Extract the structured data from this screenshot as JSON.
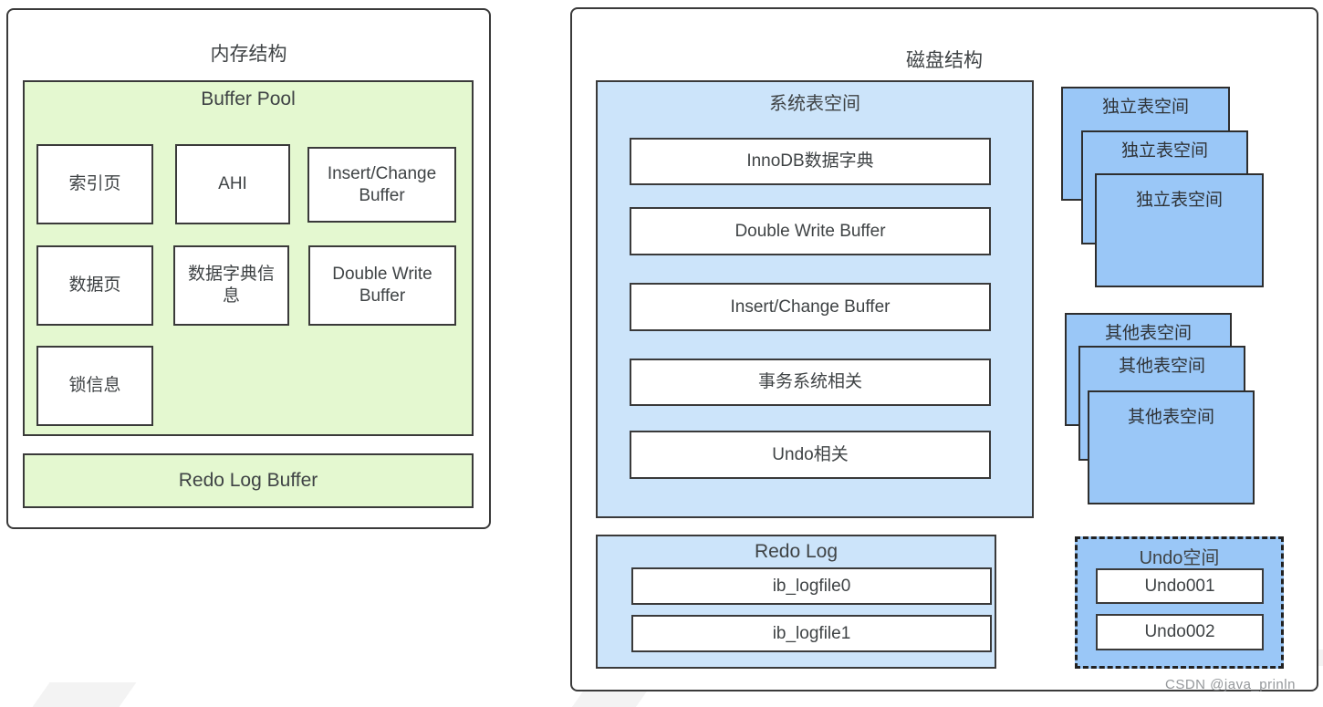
{
  "memory_panel": {
    "title": "内存结构",
    "buffer_pool": {
      "label": "Buffer Pool",
      "cells": [
        {
          "label": "索引页"
        },
        {
          "label": "AHI"
        },
        {
          "label": "Insert/Change Buffer"
        },
        {
          "label": "数据页"
        },
        {
          "label": "数据字典信息"
        },
        {
          "label": "Double Write Buffer"
        },
        {
          "label": "锁信息"
        }
      ]
    },
    "redo_log_buffer": {
      "label": "Redo Log Buffer"
    }
  },
  "disk_panel": {
    "title": "磁盘结构",
    "system_tablespace": {
      "label": "系统表空间",
      "rows": [
        {
          "label": "InnoDB数据字典"
        },
        {
          "label": "Double Write Buffer"
        },
        {
          "label": "Insert/Change Buffer"
        },
        {
          "label": "事务系统相关"
        },
        {
          "label": "Undo相关"
        }
      ]
    },
    "file_per_table_stack": {
      "labels": [
        "独立表空间",
        "独立表空间",
        "独立表空间"
      ]
    },
    "other_tablespace_stack": {
      "labels": [
        "其他表空间",
        "其他表空间",
        "其他表空间"
      ]
    },
    "redo_log": {
      "label": "Redo Log",
      "files": [
        {
          "label": "ib_logfile0"
        },
        {
          "label": "ib_logfile1"
        }
      ]
    },
    "undo_space": {
      "label": "Undo空间",
      "segments": [
        {
          "label": "Undo001"
        },
        {
          "label": "Undo002"
        }
      ]
    }
  },
  "watermark": "CSDN @java_prinln",
  "colors": {
    "green_fill": "#e4f8d0",
    "light_blue_fill": "#cce4fa",
    "blue_fill": "#9ac7f7",
    "border": "#3a3a3a",
    "text": "#3f4345",
    "watermark_text": "#82868a"
  }
}
